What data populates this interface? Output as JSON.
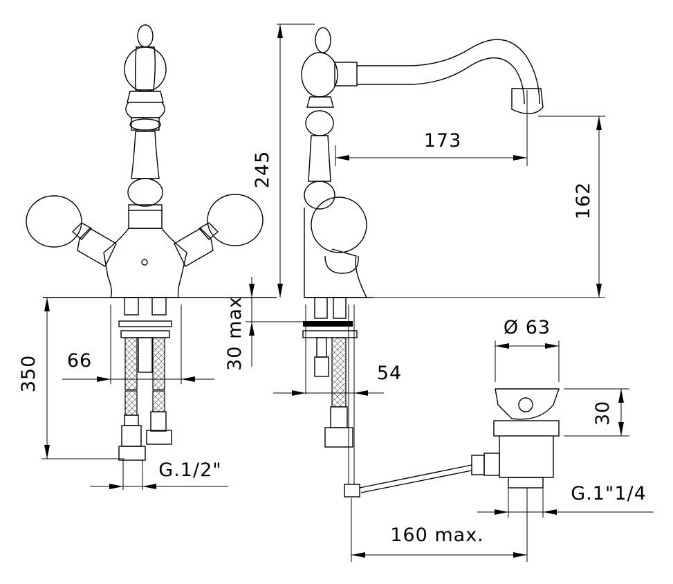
{
  "dimensions": {
    "d245": "245",
    "d173": "173",
    "d162": "162",
    "d30max": "30 max",
    "d350": "350",
    "d66": "66",
    "d54": "54",
    "d63": "Ø 63",
    "d30": "30",
    "g12": "G.1/2\"",
    "g114": "G.1\"1/4",
    "d160": "160 max."
  },
  "colors": {
    "line": "#000000",
    "background": "#ffffff"
  }
}
